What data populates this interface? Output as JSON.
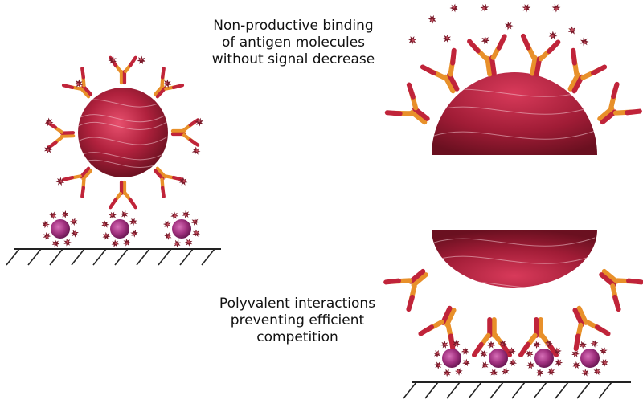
{
  "captions": {
    "top": [
      "Non-productive binding",
      "of antigen molecules",
      "without signal decrease"
    ],
    "bottom": [
      "Polyvalent interactions",
      "preventing efficient",
      "competition"
    ]
  },
  "colors": {
    "bead_light": "#e2506b",
    "bead_mid": "#b0213d",
    "bead_dark": "#6e1222",
    "antibody_orange": "#e8902a",
    "antibody_red": "#c0243a",
    "antigen_dark": "#7a1a2a",
    "antigen_light": "#c04a5a",
    "target_purple": "#a0307e",
    "surface_line": "#222222"
  }
}
